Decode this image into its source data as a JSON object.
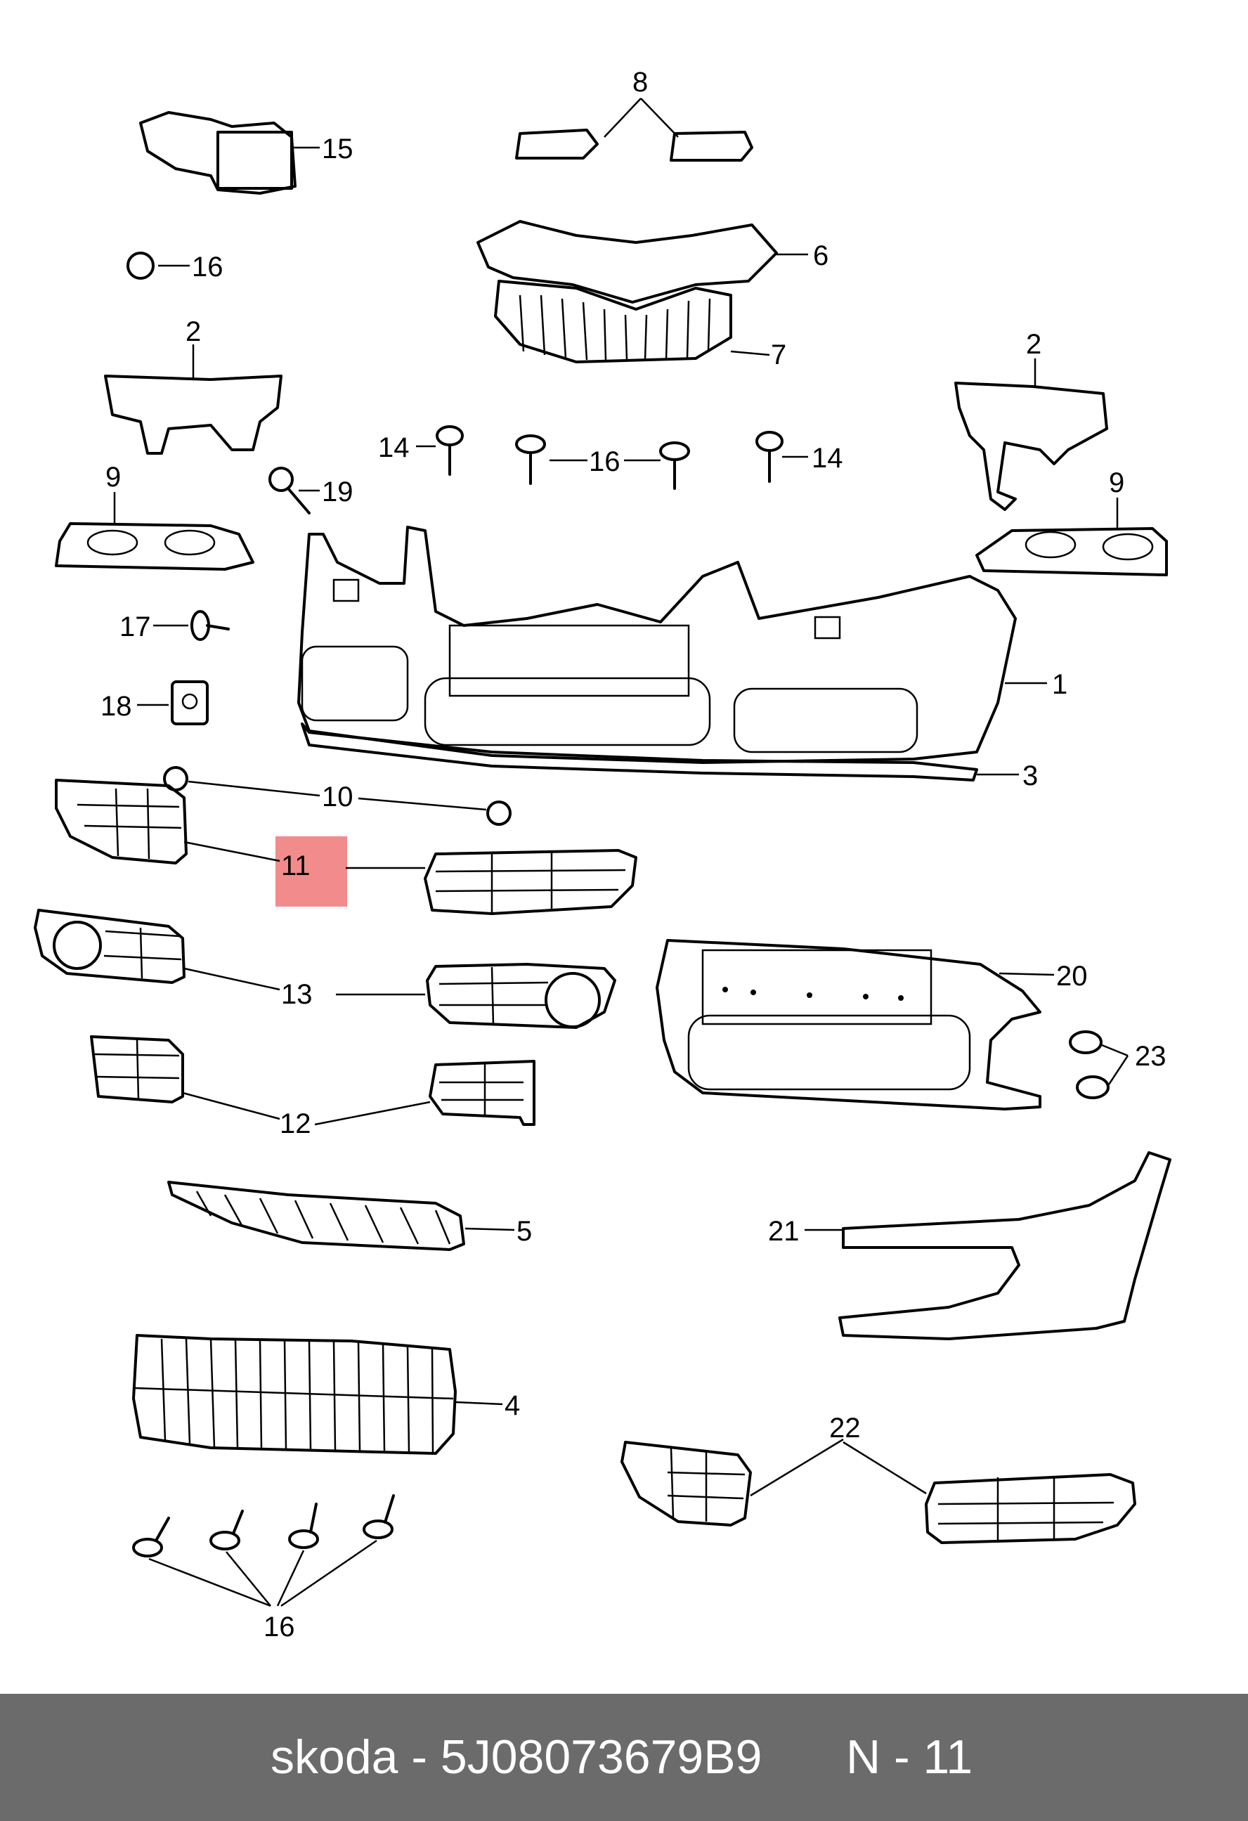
{
  "callouts": {
    "c1": "1",
    "c2a": "2",
    "c2b": "2",
    "c3": "3",
    "c4": "4",
    "c5": "5",
    "c6": "6",
    "c7": "7",
    "c8": "8",
    "c9a": "9",
    "c9b": "9",
    "c10": "10",
    "c11": "11",
    "c12": "12",
    "c13": "13",
    "c14a": "14",
    "c14b": "14",
    "c15": "15",
    "c16a": "16",
    "c16b": "16",
    "c16c": "16",
    "c17": "17",
    "c18": "18",
    "c19": "19",
    "c20": "20",
    "c21": "21",
    "c22": "22",
    "c23": "23"
  },
  "highlight_color": "#f28b8b",
  "footer": {
    "left": "skoda - 5J08073679B9",
    "right": "N - 11"
  }
}
